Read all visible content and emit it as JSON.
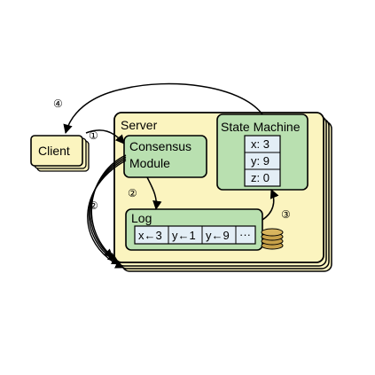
{
  "client": {
    "label": "Client"
  },
  "server": {
    "label": "Server",
    "consensus_module": {
      "line1": "Consensus",
      "line2": "Module"
    },
    "state_machine": {
      "title": "State Machine",
      "entries": [
        "x: 3",
        "y: 9",
        "z: 0"
      ]
    },
    "log": {
      "label": "Log",
      "entries": [
        "x←3",
        "y←1",
        "y←9",
        "···"
      ]
    }
  },
  "steps": {
    "s1": "①",
    "s2": "②",
    "s3": "③",
    "s4": "④"
  },
  "colors": {
    "server_fill": "#fbf4bf",
    "client_fill": "#fbf4bf",
    "module_fill": "#b9e0b0",
    "cell_fill": "#e3eef6",
    "disk_fill": "#c8a24a",
    "stroke": "#000000"
  }
}
